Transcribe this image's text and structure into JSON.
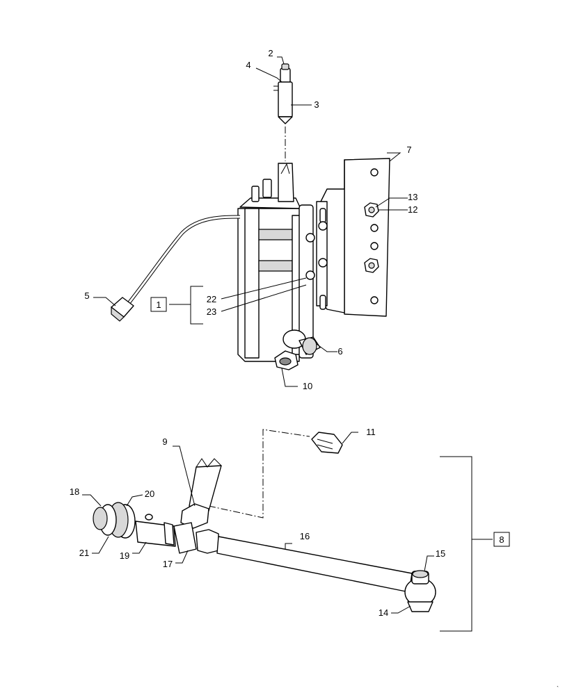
{
  "callouts": {
    "c1": "1",
    "c2": "2",
    "c3": "3",
    "c4": "4",
    "c5": "5",
    "c6": "6",
    "c7": "7",
    "c8": "8",
    "c9": "9",
    "c10": "10",
    "c11": "11",
    "c12": "12",
    "c13": "13",
    "c14": "14",
    "c15": "15",
    "c16": "16",
    "c17": "17",
    "c18": "18",
    "c19": "19",
    "c20": "20",
    "c21": "21",
    "c22": "22",
    "c23": "23"
  },
  "assemblies": {
    "upper_group": "1",
    "lower_group": "8"
  }
}
